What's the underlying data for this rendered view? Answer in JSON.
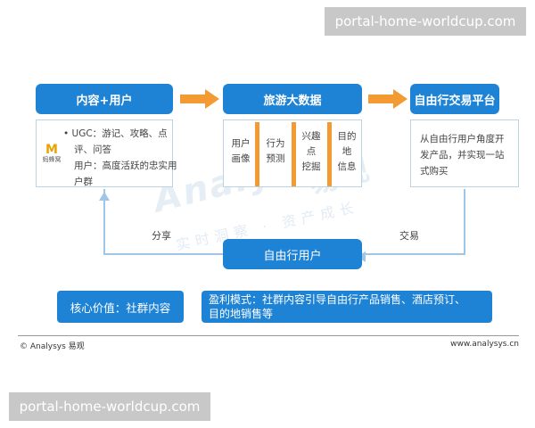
{
  "watermarks": {
    "top": "portal-home-worldcup.com",
    "bottom": "portal-home-worldcup.com",
    "brand": "Analysys",
    "brand_cn": "易观",
    "brand_sub": "实时洞察 · 资产成长"
  },
  "boxes": {
    "content_user": "内容+用户",
    "big_data": "旅游大数据",
    "platform": "自由行交易平台",
    "free_user": "自由行用户"
  },
  "left_panel": {
    "logo_text": "蚂蜂窝",
    "ugc_line1": "• UGC：游记、攻略、点",
    "ugc_line2": "评、问答",
    "user_line1": "用户：高度活跃的忠实用",
    "user_line2": "户群"
  },
  "big_data_cols": [
    {
      "l1": "用户",
      "l2": "画像",
      "l3": ""
    },
    {
      "l1": "行为",
      "l2": "预测",
      "l3": ""
    },
    {
      "l1": "兴趣",
      "l2": "点",
      "l3": "挖掘"
    },
    {
      "l1": "目的",
      "l2": "地",
      "l3": "信息"
    }
  ],
  "right_panel": {
    "line1": "从自由行用户角度开",
    "line2": "发产品，并实现一站",
    "line3": "式购买"
  },
  "loop": {
    "left_label": "分享",
    "right_label": "交易"
  },
  "bottom": {
    "core_value": "核心价值：社群内容",
    "profit_line1": "盈利模式：社群内容引导自由行产品销售、酒店预订、",
    "profit_line2": "目的地销售等"
  },
  "footer": {
    "left": "© Analysys 易观",
    "right": "www.analysys.cn"
  },
  "colors": {
    "box_blue": "#1f83d5",
    "arrow_orange": "#f49a32",
    "panel_border": "#bcd3e6"
  }
}
